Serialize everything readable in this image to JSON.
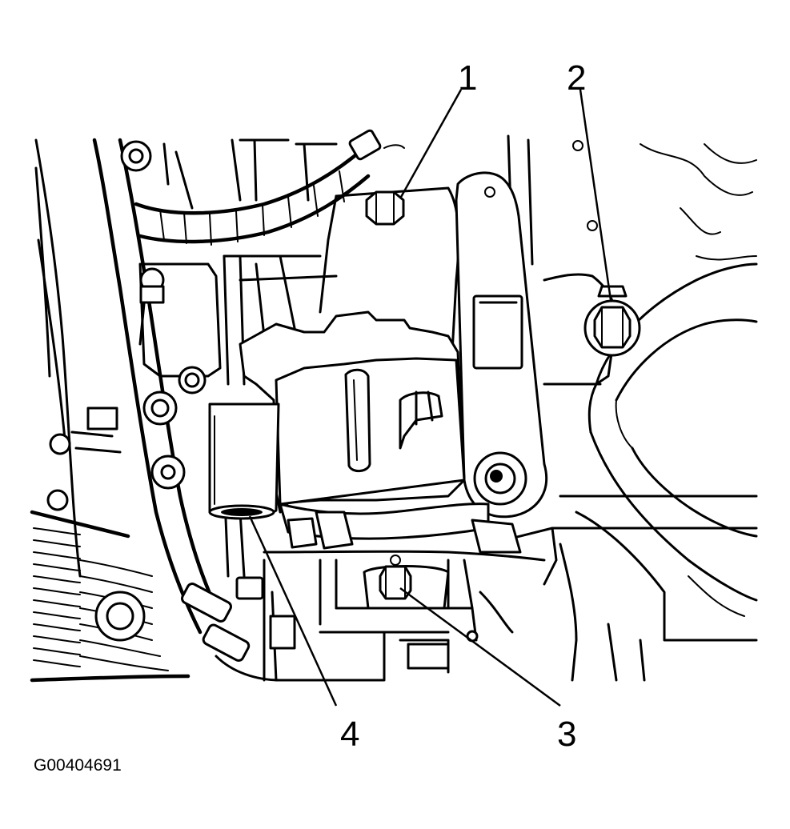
{
  "figure": {
    "id": "G00404691",
    "callouts": [
      {
        "label": "1"
      },
      {
        "label": "2"
      },
      {
        "label": "3"
      },
      {
        "label": "4"
      }
    ]
  }
}
